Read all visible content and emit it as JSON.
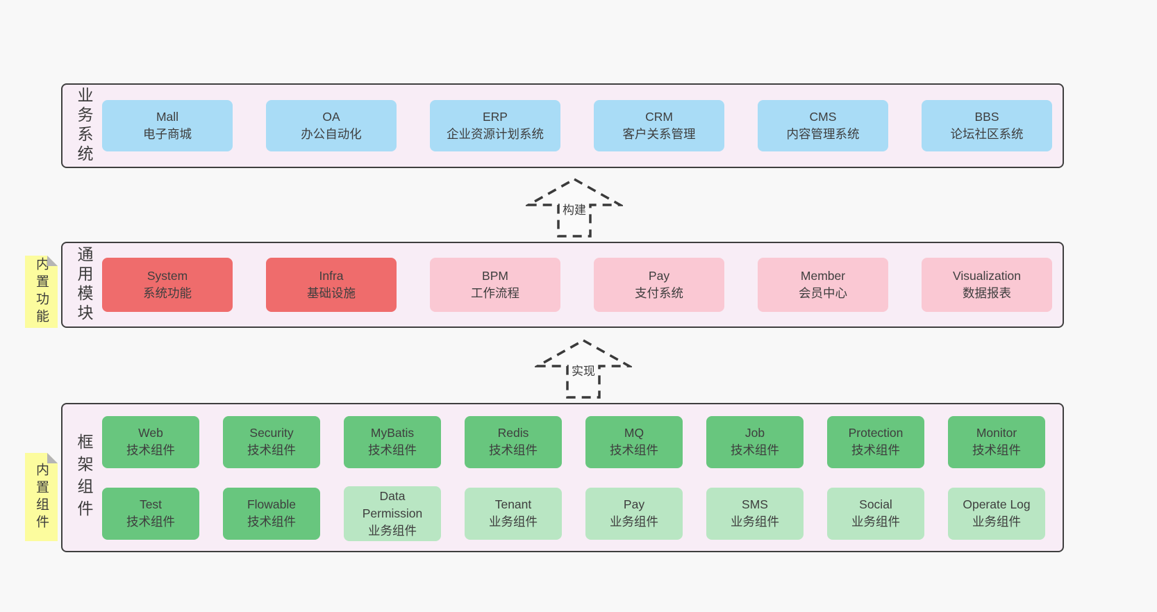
{
  "palette": {
    "page_bg": "#f8f8f8",
    "panel_bg": "#f8edf6",
    "panel_border": "#3f3f3f",
    "blue": "#a9dcf6",
    "red": "#ef6c6c",
    "pink": "#fac8d3",
    "green_dark": "#68c67e",
    "green_light": "#b9e6c3",
    "note_yellow": "#fcfc9e",
    "note_fold_gray": "#b5b5b5",
    "text": "#3e3e3e"
  },
  "arrows": [
    {
      "label": "构建"
    },
    {
      "label": "实现"
    }
  ],
  "sections": [
    {
      "label": "业务系统",
      "boxes": [
        {
          "title": "Mall",
          "subtitle": "电子商城",
          "variant": "blue"
        },
        {
          "title": "OA",
          "subtitle": "办公自动化",
          "variant": "blue"
        },
        {
          "title": "ERP",
          "subtitle": "企业资源计划系统",
          "variant": "blue"
        },
        {
          "title": "CRM",
          "subtitle": "客户关系管理",
          "variant": "blue"
        },
        {
          "title": "CMS",
          "subtitle": "内容管理系统",
          "variant": "blue"
        },
        {
          "title": "BBS",
          "subtitle": "论坛社区系统",
          "variant": "blue"
        }
      ]
    },
    {
      "label": "通用模块",
      "note": "内置功能",
      "boxes": [
        {
          "title": "System",
          "subtitle": "系统功能",
          "variant": "red"
        },
        {
          "title": "Infra",
          "subtitle": "基础设施",
          "variant": "red"
        },
        {
          "title": "BPM",
          "subtitle": "工作流程",
          "variant": "pink"
        },
        {
          "title": "Pay",
          "subtitle": "支付系统",
          "variant": "pink"
        },
        {
          "title": "Member",
          "subtitle": "会员中心",
          "variant": "pink"
        },
        {
          "title": "Visualization",
          "subtitle": "数据报表",
          "variant": "pink"
        }
      ]
    },
    {
      "label": "框架组件",
      "note": "内置组件",
      "boxes": [
        {
          "title": "Web",
          "subtitle": "技术组件",
          "variant": "green-dark"
        },
        {
          "title": "Security",
          "subtitle": "技术组件",
          "variant": "green-dark"
        },
        {
          "title": "MyBatis",
          "subtitle": "技术组件",
          "variant": "green-dark"
        },
        {
          "title": "Redis",
          "subtitle": "技术组件",
          "variant": "green-dark"
        },
        {
          "title": "MQ",
          "subtitle": "技术组件",
          "variant": "green-dark"
        },
        {
          "title": "Job",
          "subtitle": "技术组件",
          "variant": "green-dark"
        },
        {
          "title": "Protection",
          "subtitle": "技术组件",
          "variant": "green-dark"
        },
        {
          "title": "Monitor",
          "subtitle": "技术组件",
          "variant": "green-dark"
        },
        {
          "title": "Test",
          "subtitle": "技术组件",
          "variant": "green-dark"
        },
        {
          "title": "Flowable",
          "subtitle": "技术组件",
          "variant": "green-dark"
        },
        {
          "title": "Data Permission",
          "subtitle": "业务组件",
          "variant": "green-light"
        },
        {
          "title": "Tenant",
          "subtitle": "业务组件",
          "variant": "green-light"
        },
        {
          "title": "Pay",
          "subtitle": "业务组件",
          "variant": "green-light"
        },
        {
          "title": "SMS",
          "subtitle": "业务组件",
          "variant": "green-light"
        },
        {
          "title": "Social",
          "subtitle": "业务组件",
          "variant": "green-light"
        },
        {
          "title": "Operate Log",
          "subtitle": "业务组件",
          "variant": "green-light"
        }
      ]
    }
  ]
}
